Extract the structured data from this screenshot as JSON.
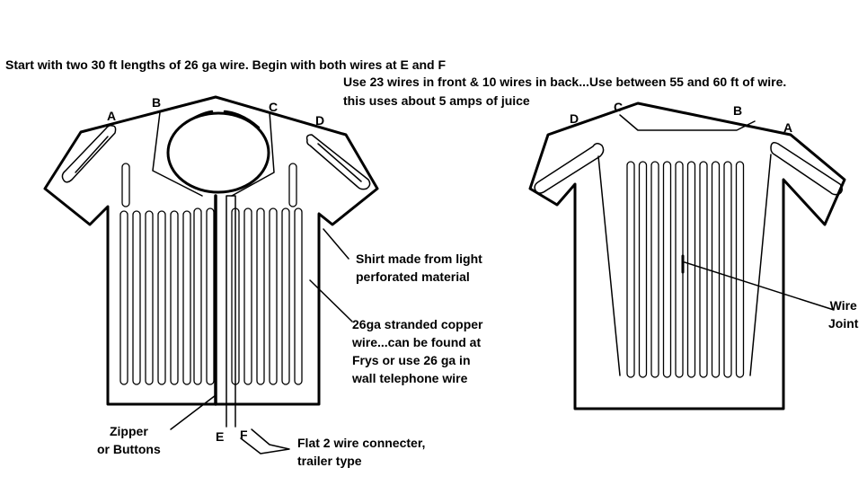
{
  "header": {
    "line1": "Start with two 30 ft lengths of 26 ga wire.  Begin with both wires at E and F",
    "line2": "Use 23 wires in front & 10 wires in back...Use between 55 and 60 ft of wire.",
    "line3": "this uses about 5 amps of juice"
  },
  "front": {
    "points": {
      "a": "A",
      "b": "B",
      "c": "C",
      "d": "D",
      "e": "E",
      "f": "F"
    },
    "callouts": {
      "shirt": [
        "Shirt made from light",
        "perforated material"
      ],
      "wire": [
        "26ga stranded copper",
        "wire...can be found at",
        "Frys or use 26 ga in",
        "wall telephone wire"
      ],
      "zipper": [
        "Zipper",
        "or Buttons"
      ],
      "connector": [
        "Flat 2 wire connecter,",
        "trailer type"
      ]
    }
  },
  "back": {
    "points": {
      "d": "D",
      "c": "C",
      "b": "B",
      "a": "A"
    },
    "callouts": {
      "joint": [
        "Wire",
        "Joint"
      ]
    }
  }
}
